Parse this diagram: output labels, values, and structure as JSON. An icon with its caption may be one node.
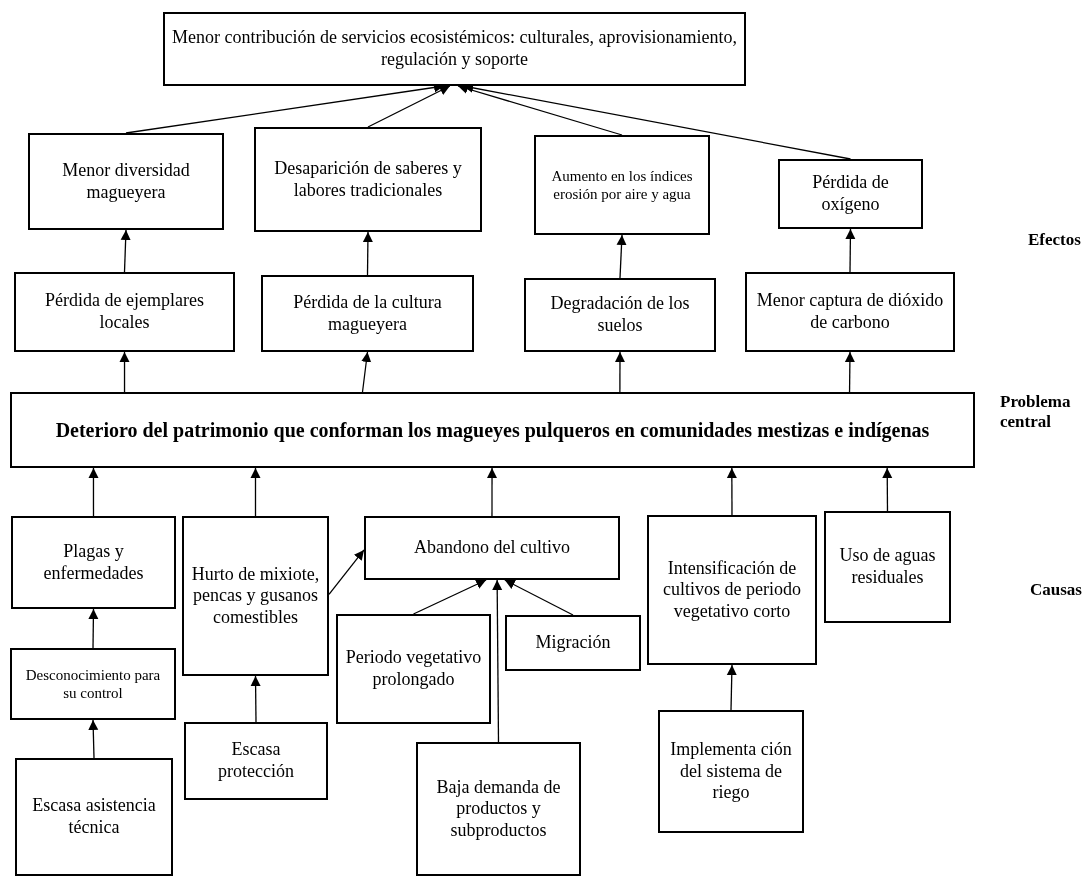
{
  "diagram": {
    "nodes": [
      {
        "text": [
          "Menor contribución de servicios ecosistémicos: culturales, aprovisionamiento, regulación y soporte"
        ]
      },
      {
        "text": [
          "Menor diversidad magueyera"
        ]
      },
      {
        "text": [
          "Desaparición de saberes y labores tradicionales"
        ]
      },
      {
        "text": [
          "Aumento en los índices erosión por aire y agua"
        ]
      },
      {
        "text": [
          "Pérdida de oxígeno"
        ]
      },
      {
        "text": [
          "Pérdida de ejemplares locales"
        ]
      },
      {
        "text": [
          "Pérdida de la cultura magueyera"
        ]
      },
      {
        "text": [
          "Degradación de los suelos"
        ]
      },
      {
        "text": [
          "Menor captura de dióxido de carbono"
        ]
      },
      {
        "text": [
          "Deterioro del patrimonio que conforman los magueyes pulqueros en comunidades mestizas e indígenas"
        ]
      },
      {
        "text": [
          "Plagas y enfermedades"
        ]
      },
      {
        "text": [
          "Hurto de mixiote, pencas y gusanos comestibles"
        ]
      },
      {
        "text": [
          "Abandono del cultivo"
        ]
      },
      {
        "text": [
          "Desconocimiento para su control"
        ]
      },
      {
        "text": [
          "Periodo vegetativo prolongado"
        ]
      },
      {
        "text": [
          "Migración"
        ]
      },
      {
        "text": [
          "Intensificación de cultivos de periodo vegetativo corto"
        ]
      },
      {
        "text": [
          "Uso de aguas residuales"
        ]
      },
      {
        "text": [
          "Escasa protección"
        ]
      },
      {
        "text": [
          "Baja demanda de productos y subproductos"
        ]
      },
      {
        "text": [
          "Escasa asistencia técnica"
        ]
      },
      {
        "text": [
          "Implementa ción del sistema de riego"
        ]
      }
    ],
    "edges": [
      {
        "from": 1,
        "to": 0,
        "arrow": "to"
      },
      {
        "from": 2,
        "to": 0,
        "arrow": "to"
      },
      {
        "from": 3,
        "to": 0,
        "arrow": "to"
      },
      {
        "from": 4,
        "to": 0,
        "arrow": "to"
      },
      {
        "from": 5,
        "to": 1,
        "arrow": "to"
      },
      {
        "from": 6,
        "to": 2,
        "arrow": "to"
      },
      {
        "from": 7,
        "to": 3,
        "arrow": "to"
      },
      {
        "from": 8,
        "to": 4,
        "arrow": "to"
      },
      {
        "from": 9,
        "to": 5,
        "arrow": "to"
      },
      {
        "from": 9,
        "to": 6,
        "arrow": "to"
      },
      {
        "from": 9,
        "to": 7,
        "arrow": "to"
      },
      {
        "from": 9,
        "to": 8,
        "arrow": "to"
      },
      {
        "from": 10,
        "to": 9,
        "arrow": "to"
      },
      {
        "from": 11,
        "to": 9,
        "arrow": "to"
      },
      {
        "from": 12,
        "to": 9,
        "arrow": "to"
      },
      {
        "from": 16,
        "to": 9,
        "arrow": "to"
      },
      {
        "from": 17,
        "to": 9,
        "arrow": "to"
      },
      {
        "from": 13,
        "to": 10,
        "arrow": "to"
      },
      {
        "from": 20,
        "to": 13,
        "arrow": "to"
      },
      {
        "from": 18,
        "to": 11,
        "arrow": "to"
      },
      {
        "from": 11,
        "to": 12,
        "arrow": "to"
      },
      {
        "from": 14,
        "to": 12,
        "arrow": "to"
      },
      {
        "from": 19,
        "to": 12,
        "arrow": "to"
      },
      {
        "from": 15,
        "to": 12,
        "arrow": "to"
      },
      {
        "from": 21,
        "to": 16,
        "arrow": "to"
      }
    ],
    "labels": [
      "Efectos",
      "Problema central",
      "Causas"
    ]
  }
}
